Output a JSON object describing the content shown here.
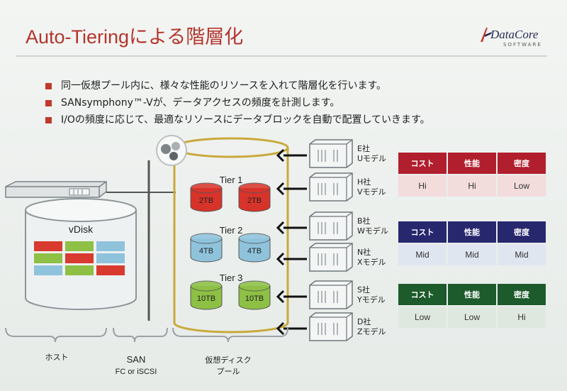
{
  "slide": {
    "title": "Auto-Tieringによる階層化",
    "brand": {
      "name": "DataCore",
      "sub": "SOFTWARE"
    }
  },
  "bullets": [
    "同一仮想プール内に、様々な性能のリソースを入れて階層化を行います。",
    "SANsymphony™-Vが、データアクセスの頻度を計測します。",
    "I/Oの頻度に応じて、最適なリソースにデータブロックを自動で配置していきます。"
  ],
  "diagram": {
    "vdisk_label": "vDisk",
    "tiers": [
      {
        "label": "Tier 1",
        "disks": [
          "2TB",
          "2TB"
        ],
        "color": "#d8332a"
      },
      {
        "label": "Tier 2",
        "disks": [
          "4TB",
          "4TB"
        ],
        "color": "#8fc3dc"
      },
      {
        "label": "Tier 3",
        "disks": [
          "10TB",
          "10TB"
        ],
        "color": "#8dc044"
      }
    ],
    "bottom_labels": {
      "host": "ホスト",
      "san": "SAN",
      "san_sub": "FC or iSCSI",
      "pool": "仮想ディスク",
      "pool_sub": "プール"
    }
  },
  "storage_models": [
    {
      "vendor": "E社",
      "model": "Uモデル"
    },
    {
      "vendor": "H社",
      "model": "Vモデル"
    },
    {
      "vendor": "B社",
      "model": "Wモデル"
    },
    {
      "vendor": "N社",
      "model": "Xモデル"
    },
    {
      "vendor": "S社",
      "model": "Yモデル"
    },
    {
      "vendor": "D社",
      "model": "Zモデル"
    }
  ],
  "property_tables": [
    {
      "header": [
        "コスト",
        "性能",
        "密度"
      ],
      "values": [
        "Hi",
        "Hi",
        "Low"
      ],
      "header_color": "#b11f2e",
      "cell_color": "#f2dcdc"
    },
    {
      "header": [
        "コスト",
        "性能",
        "密度"
      ],
      "values": [
        "Mid",
        "Mid",
        "Mid"
      ],
      "header_color": "#27276e",
      "cell_color": "#dfe6ef"
    },
    {
      "header": [
        "コスト",
        "性能",
        "密度"
      ],
      "values": [
        "Low",
        "Low",
        "Hi"
      ],
      "header_color": "#1d5a2c",
      "cell_color": "#dfe8de"
    }
  ]
}
